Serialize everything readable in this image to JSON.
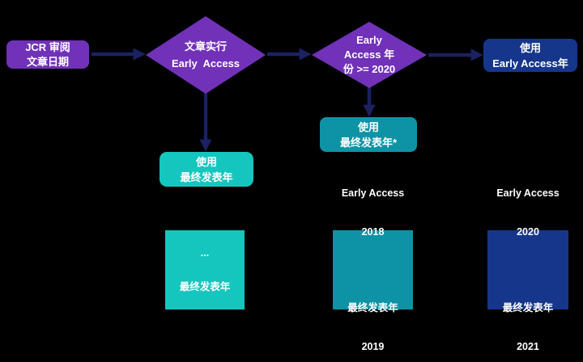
{
  "colors": {
    "background": "#000000",
    "purple": "#7131b9",
    "teal_bright": "#15c6bf",
    "teal_dark": "#0e93a6",
    "navy": "#15368b",
    "arrow": "#1b2161",
    "text": "#ffffff"
  },
  "flowchart": {
    "start": {
      "lines": [
        "JCR 审阅",
        "文章日期"
      ]
    },
    "decision1": {
      "lines": [
        "文章实行",
        "Early  Access"
      ]
    },
    "decision2": {
      "lines": [
        "Early",
        "Access 年",
        "份 >= 2020"
      ]
    },
    "use_early_access_year": {
      "lines": [
        "使用",
        "Early Access年"
      ]
    },
    "use_final_year_star": {
      "lines": [
        "使用",
        "最终发表年*"
      ]
    },
    "use_final_year": {
      "lines": [
        "使用",
        "最终发表年"
      ]
    },
    "example_generic": {
      "top": [
        "..."
      ],
      "bottom": [
        "最终发表年"
      ]
    },
    "example_2018": {
      "top": [
        "Early Access",
        "2018"
      ],
      "bottom": [
        "最终发表年",
        "2019"
      ]
    },
    "example_2020": {
      "top": [
        "Early Access",
        "2020"
      ],
      "bottom": [
        "最终发表年",
        "2021"
      ]
    }
  }
}
